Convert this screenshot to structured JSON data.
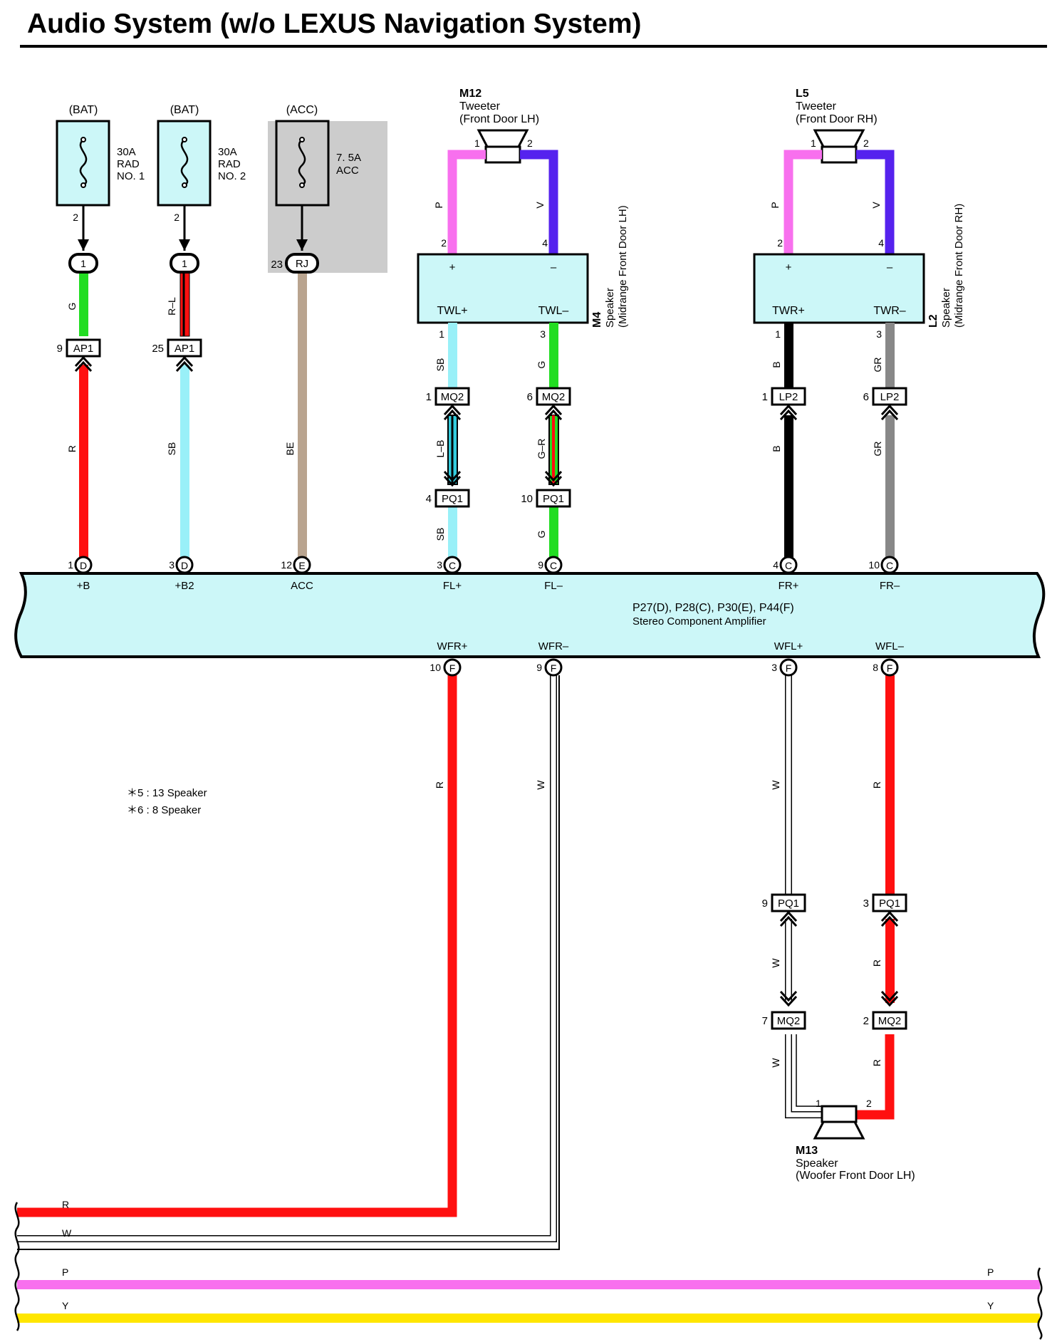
{
  "title": "Audio System (w/o LEXUS Navigation System)",
  "colors": {
    "G": "#22dd22",
    "R": "#ff1010",
    "SB": "#99f0f8",
    "BE": "#b9a48f",
    "P": "#f870ee",
    "V": "#5522ee",
    "B": "#000000",
    "GR": "#888888",
    "W": "#ffffff",
    "Y": "#ffe600",
    "LB": "#33ccdd",
    "panel": "#ccf7f8",
    "accbox": "#cccccc"
  },
  "fuses": [
    {
      "src": "(BAT)",
      "l1": "30A",
      "l2": "RAD",
      "l3": "NO. 1",
      "pin": "2"
    },
    {
      "src": "(BAT)",
      "l1": "30A",
      "l2": "RAD",
      "l3": "NO. 2",
      "pin": "2"
    },
    {
      "src": "(ACC)",
      "l1": "7. 5A",
      "l2": "ACC",
      "l3": "",
      "pin": ""
    }
  ],
  "jc": [
    {
      "pin": "",
      "name": "1"
    },
    {
      "pin": "",
      "name": "1"
    },
    {
      "pin": "23",
      "name": "RJ"
    }
  ],
  "ap1": [
    {
      "pin": "9",
      "name": "AP1"
    },
    {
      "pin": "25",
      "name": "AP1"
    }
  ],
  "wire_labels": {
    "w1_top": "G",
    "w1_bot": "R",
    "w2_top": "R–L",
    "w2_bot": "SB",
    "w3": "BE",
    "fl_p": "P",
    "fl_v": "V",
    "fl_sb1": "SB",
    "fl_lb": "L–B",
    "fl_sb2": "SB",
    "fl_g1": "G",
    "fl_gr": "G–R",
    "fl_g2": "G",
    "fr_p": "P",
    "fr_v": "V",
    "fr_b1": "B",
    "fr_b2": "B",
    "fr_gr1": "GR",
    "fr_gr2": "GR",
    "wfr_r": "R",
    "wfr_w": "W",
    "wfl_w1": "W",
    "wfl_w2": "W",
    "wfl_w3": "W",
    "wfl_r1": "R",
    "wfl_r2": "R",
    "wfl_r3": "R",
    "bus_r": "R",
    "bus_w": "W",
    "bus_p": "P",
    "bus_y": "Y",
    "bus_p_r": "P",
    "bus_y_r": "Y"
  },
  "tweeter_lh": {
    "code": "M12",
    "name": "Tweeter",
    "loc": "(Front Door LH)",
    "pin1": "1",
    "pin2": "2"
  },
  "tweeter_rh": {
    "code": "L5",
    "name": "Tweeter",
    "loc": "(Front Door RH)",
    "pin1": "1",
    "pin2": "2"
  },
  "mid_lh": {
    "code": "M4",
    "name": "Speaker",
    "loc": "(Midrange Front Door LH)",
    "plus": "+",
    "minus": "–",
    "t1": "TWL+",
    "t2": "TWL–",
    "p2": "2",
    "p4": "4",
    "p1": "1",
    "p3": "3"
  },
  "mid_rh": {
    "code": "L2",
    "name": "Speaker",
    "loc": "(Midrange Front Door RH)",
    "plus": "+",
    "minus": "–",
    "t1": "TWR+",
    "t2": "TWR–",
    "p2": "2",
    "p4": "4",
    "p1": "1",
    "p3": "3"
  },
  "connectors": {
    "mq2_a": {
      "pin": "1",
      "name": "MQ2"
    },
    "mq2_b": {
      "pin": "6",
      "name": "MQ2"
    },
    "pq1_a": {
      "pin": "4",
      "name": "PQ1"
    },
    "pq1_b": {
      "pin": "10",
      "name": "PQ1"
    },
    "lp2_a": {
      "pin": "1",
      "name": "LP2"
    },
    "lp2_b": {
      "pin": "6",
      "name": "LP2"
    },
    "pq1_c": {
      "pin": "9",
      "name": "PQ1"
    },
    "pq1_d": {
      "pin": "3",
      "name": "PQ1"
    },
    "mq2_c": {
      "pin": "7",
      "name": "MQ2"
    },
    "mq2_d": {
      "pin": "2",
      "name": "MQ2"
    }
  },
  "amp": {
    "codes": "P27(D), P28(C), P30(E), P44(F)",
    "name": "Stereo Component Amplifier",
    "top_pins": [
      {
        "pin": "1",
        "c": "D",
        "label": "+B"
      },
      {
        "pin": "3",
        "c": "D",
        "label": "+B2"
      },
      {
        "pin": "12",
        "c": "E",
        "label": "ACC"
      },
      {
        "pin": "3",
        "c": "C",
        "label": "FL+"
      },
      {
        "pin": "9",
        "c": "C",
        "label": "FL–"
      },
      {
        "pin": "4",
        "c": "C",
        "label": "FR+"
      },
      {
        "pin": "10",
        "c": "C",
        "label": "FR–"
      }
    ],
    "bottom_pins": [
      {
        "pin": "10",
        "c": "F",
        "label": "WFR+"
      },
      {
        "pin": "9",
        "c": "F",
        "label": "WFR–"
      },
      {
        "pin": "3",
        "c": "F",
        "label": "WFL+"
      },
      {
        "pin": "8",
        "c": "F",
        "label": "WFL–"
      }
    ]
  },
  "notes": [
    "＊5 : 13 Speaker",
    "＊6 : 8 Speaker"
  ],
  "woofer": {
    "code": "M13",
    "name": "Speaker",
    "loc": "(Woofer Front Door LH)",
    "pin1": "1",
    "pin2": "2"
  }
}
